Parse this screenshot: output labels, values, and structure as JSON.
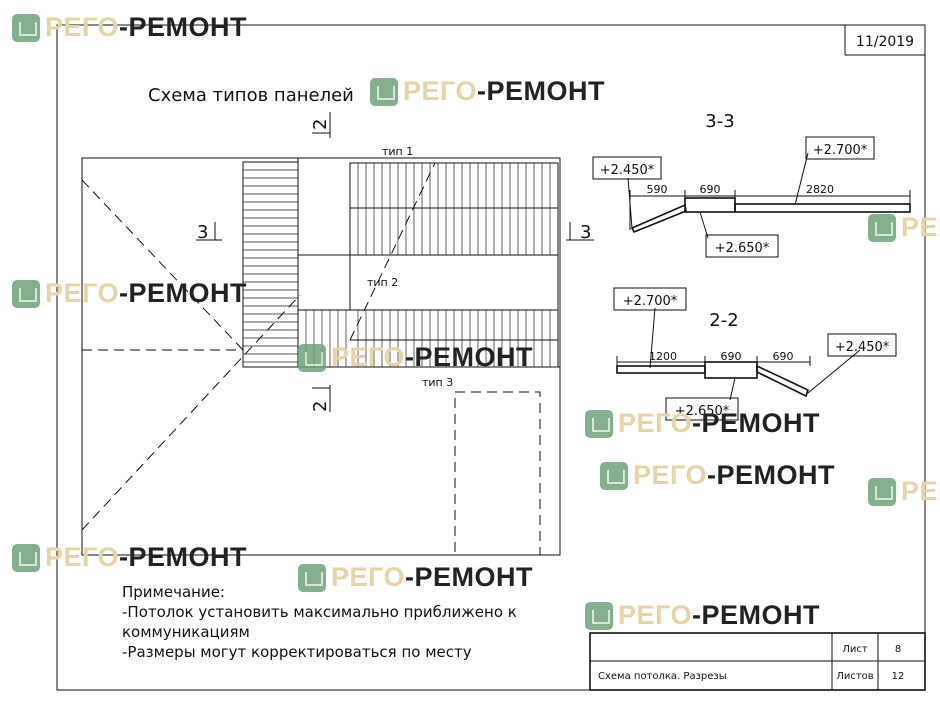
{
  "stamp": {
    "date": "11/2019"
  },
  "plan": {
    "title": "Схема типов панелей",
    "type1": "тип 1",
    "type2": "тип 2",
    "type3": "тип 3",
    "cut3_left": "3",
    "cut3_right": "3",
    "cut2_top": "2",
    "cut2_bottom": "2"
  },
  "section33": {
    "title": "3-3",
    "dims": [
      "590",
      "690",
      "2820"
    ],
    "levels": [
      "+2.450*",
      "+2.650*",
      "+2.700*"
    ]
  },
  "section22": {
    "title": "2-2",
    "dims": [
      "1200",
      "690",
      "690"
    ],
    "levels": [
      "+2.700*",
      "+2.650*",
      "+2.450*"
    ]
  },
  "notes": {
    "heading": "Примечание:",
    "lines": [
      "-Потолок установить максимально приближено к",
      "коммуникациям",
      "-Размеры могут корректироваться по месту"
    ]
  },
  "titleblock": {
    "name": "Схема потолка. Разрезы",
    "sheet_label": "Лист",
    "sheet": "8",
    "sheets_label": "Листов",
    "sheets": "12"
  },
  "watermark": {
    "part1": "РЕГО",
    "part2": "-РЕМОНТ"
  }
}
